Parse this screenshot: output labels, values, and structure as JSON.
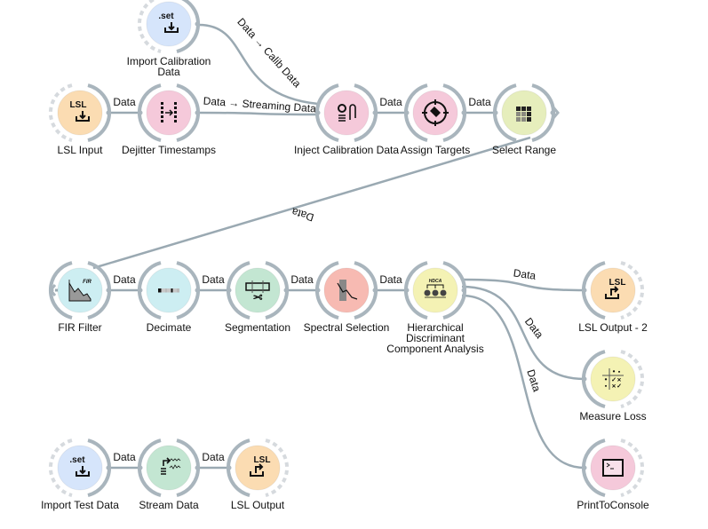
{
  "nodes": [
    {
      "id": "import-calibration",
      "label": [
        "Import Calibration",
        "Data"
      ],
      "icon": "set-import-icon",
      "icon_text": ".set",
      "color": "#d6e5fb",
      "has_input": false,
      "has_output": true
    },
    {
      "id": "lsl-input",
      "label": [
        "LSL Input"
      ],
      "icon": "lsl-import-icon",
      "icon_text": "LSL",
      "color": "#fbdcb2",
      "has_input": false,
      "has_output": true
    },
    {
      "id": "dejitter",
      "label": [
        "Dejitter Timestamps"
      ],
      "icon": "dejitter-icon",
      "color": "#f5c9da",
      "has_input": true,
      "has_output": true
    },
    {
      "id": "inject-calibration",
      "label": [
        "Inject Calibration Data"
      ],
      "icon": "inject-calibration-icon",
      "color": "#f5c9da",
      "has_input": true,
      "has_output": true
    },
    {
      "id": "assign-targets",
      "label": [
        "Assign Targets"
      ],
      "icon": "target-tag-icon",
      "color": "#f5c9da",
      "has_input": true,
      "has_output": true
    },
    {
      "id": "select-range",
      "label": [
        "Select Range"
      ],
      "icon": "cube-grid-icon",
      "color": "#e6eebc",
      "has_input": true,
      "has_output": true
    },
    {
      "id": "fir-filter",
      "label": [
        "FIR Filter"
      ],
      "icon": "fir-filter-icon",
      "icon_text": "FIR",
      "color": "#cdeef2",
      "has_input": true,
      "has_output": true
    },
    {
      "id": "decimate",
      "label": [
        "Decimate"
      ],
      "icon": "decimate-icon",
      "color": "#cdeef2",
      "has_input": true,
      "has_output": true
    },
    {
      "id": "segmentation",
      "label": [
        "Segmentation"
      ],
      "icon": "scissors-icon",
      "color": "#c3e6d2",
      "has_input": true,
      "has_output": true
    },
    {
      "id": "spectral-selection",
      "label": [
        "Spectral Selection"
      ],
      "icon": "spectral-icon",
      "color": "#f7bab2",
      "has_input": true,
      "has_output": true
    },
    {
      "id": "hdca",
      "label": [
        "Hierarchical",
        "Discriminant",
        "Component Analysis"
      ],
      "icon": "hdca-icon",
      "icon_text": "HDCA",
      "color": "#f4f2b4",
      "has_input": true,
      "has_output": true
    },
    {
      "id": "lsl-output-2",
      "label": [
        "LSL Output - 2"
      ],
      "icon": "lsl-export-icon",
      "icon_text": "LSL",
      "color": "#fbdcb2",
      "has_input": true,
      "has_output": false
    },
    {
      "id": "measure-loss",
      "label": [
        "Measure Loss"
      ],
      "icon": "measure-loss-icon",
      "color": "#f4f2b4",
      "has_input": true,
      "has_output": false
    },
    {
      "id": "print-to-console",
      "label": [
        "PrintToConsole"
      ],
      "icon": "console-icon",
      "color": "#f5c9da",
      "has_input": true,
      "has_output": false
    },
    {
      "id": "import-test",
      "label": [
        "Import Test Data"
      ],
      "icon": "set-import-icon",
      "icon_text": ".set",
      "color": "#d6e5fb",
      "has_input": false,
      "has_output": true
    },
    {
      "id": "stream-data",
      "label": [
        "Stream Data"
      ],
      "icon": "stream-data-icon",
      "color": "#c3e6d2",
      "has_input": true,
      "has_output": true
    },
    {
      "id": "lsl-output",
      "label": [
        "LSL Output"
      ],
      "icon": "lsl-export-icon",
      "icon_text": "LSL",
      "color": "#fbdcb2",
      "has_input": true,
      "has_output": false
    }
  ],
  "links": [
    {
      "from": "import-calibration",
      "to": "inject-calibration",
      "label": "Data → Calib Data"
    },
    {
      "from": "lsl-input",
      "to": "dejitter",
      "label": "Data"
    },
    {
      "from": "dejitter",
      "to": "inject-calibration",
      "label": "Data → Streaming Data"
    },
    {
      "from": "inject-calibration",
      "to": "assign-targets",
      "label": "Data"
    },
    {
      "from": "assign-targets",
      "to": "select-range",
      "label": "Data"
    },
    {
      "from": "select-range",
      "to": "fir-filter",
      "label": "Data"
    },
    {
      "from": "fir-filter",
      "to": "decimate",
      "label": "Data"
    },
    {
      "from": "decimate",
      "to": "segmentation",
      "label": "Data"
    },
    {
      "from": "segmentation",
      "to": "spectral-selection",
      "label": "Data"
    },
    {
      "from": "spectral-selection",
      "to": "hdca",
      "label": "Data"
    },
    {
      "from": "hdca",
      "to": "lsl-output-2",
      "label": "Data"
    },
    {
      "from": "hdca",
      "to": "measure-loss",
      "label": "Data"
    },
    {
      "from": "hdca",
      "to": "print-to-console",
      "label": "Data"
    },
    {
      "from": "import-test",
      "to": "stream-data",
      "label": "Data"
    },
    {
      "from": "stream-data",
      "to": "lsl-output",
      "label": "Data"
    }
  ],
  "colors": {
    "link": "#9aa9b2",
    "anchor": "#a9b5bd"
  }
}
